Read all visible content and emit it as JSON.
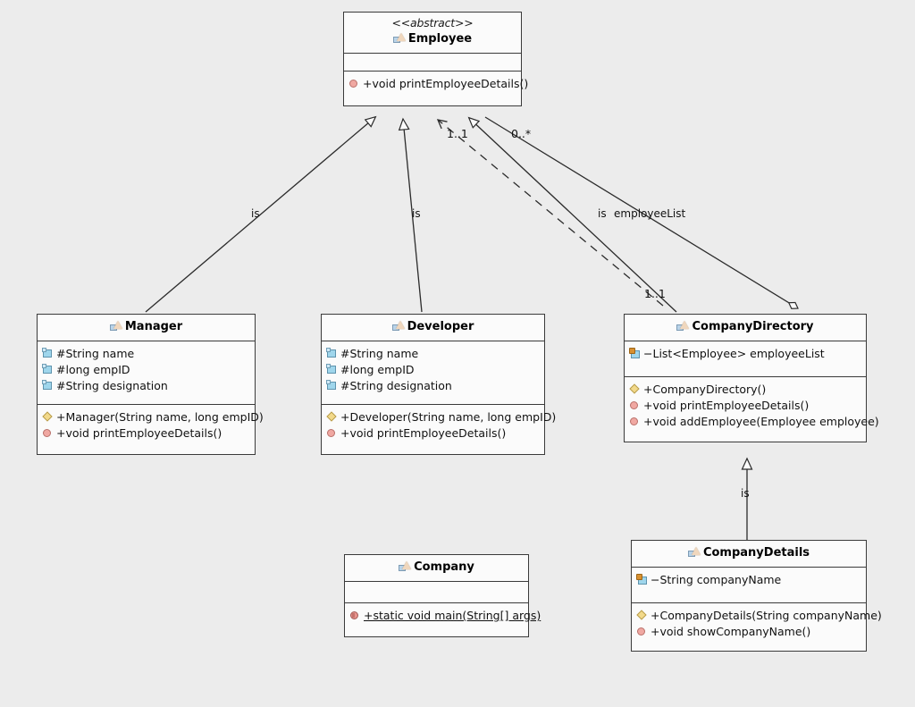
{
  "diagram": {
    "title": "UML Class Diagram",
    "background_color": "#ececec",
    "box_fill": "#fbfbfb",
    "line_color": "#3a3a3a"
  },
  "classes": {
    "employee": {
      "stereotype": "<<abstract>>",
      "name": "Employee",
      "icon": "class-icon",
      "attributes": [],
      "methods": [
        {
          "icon": "method-icon",
          "text": "+void  printEmployeeDetails()",
          "static": false
        }
      ]
    },
    "manager": {
      "stereotype": "",
      "name": "Manager",
      "icon": "class-icon",
      "attributes": [
        {
          "icon": "attribute-icon",
          "text": "#String name"
        },
        {
          "icon": "attribute-icon",
          "text": "#long empID"
        },
        {
          "icon": "attribute-icon",
          "text": "#String designation"
        }
      ],
      "methods": [
        {
          "icon": "constructor-icon",
          "text": "+Manager(String name, long empID)",
          "static": false
        },
        {
          "icon": "method-icon",
          "text": "+void  printEmployeeDetails()",
          "static": false
        }
      ]
    },
    "developer": {
      "stereotype": "",
      "name": "Developer",
      "icon": "class-icon",
      "attributes": [
        {
          "icon": "attribute-icon",
          "text": "#String name"
        },
        {
          "icon": "attribute-icon",
          "text": "#long empID"
        },
        {
          "icon": "attribute-icon",
          "text": "#String designation"
        }
      ],
      "methods": [
        {
          "icon": "constructor-icon",
          "text": "+Developer(String name, long empID)",
          "static": false
        },
        {
          "icon": "method-icon",
          "text": "+void  printEmployeeDetails()",
          "static": false
        }
      ]
    },
    "company_directory": {
      "stereotype": "",
      "name": "CompanyDirectory",
      "icon": "class-icon",
      "attributes": [
        {
          "icon": "attribute-private-icon",
          "text": "−List<Employee> employeeList"
        }
      ],
      "methods": [
        {
          "icon": "constructor-icon",
          "text": "+CompanyDirectory()",
          "static": false
        },
        {
          "icon": "method-icon",
          "text": "+void  printEmployeeDetails()",
          "static": false
        },
        {
          "icon": "method-icon",
          "text": "+void  addEmployee(Employee employee)",
          "static": false
        }
      ]
    },
    "company_details": {
      "stereotype": "",
      "name": "CompanyDetails",
      "icon": "class-icon",
      "attributes": [
        {
          "icon": "attribute-private-icon",
          "text": "−String companyName"
        }
      ],
      "methods": [
        {
          "icon": "constructor-icon",
          "text": "+CompanyDetails(String companyName)",
          "static": false
        },
        {
          "icon": "method-icon",
          "text": "+void  showCompanyName()",
          "static": false
        }
      ]
    },
    "company": {
      "stereotype": "",
      "name": "Company",
      "icon": "class-icon",
      "attributes": [],
      "methods": [
        {
          "icon": "static-method-icon",
          "text": "+static void  main(String[] args)",
          "static": true
        }
      ]
    }
  },
  "edge_labels": {
    "manager_is": "is",
    "developer_is": "is",
    "directory_is": "is",
    "details_is": "is",
    "mult_dependency": "1..1",
    "mult_aggregation_source": "0..*",
    "role_employee_list": "employeeList",
    "mult_aggregation_target": "1..1"
  },
  "relationships": [
    {
      "from": "Manager",
      "to": "Employee",
      "type": "generalization",
      "label": "is"
    },
    {
      "from": "Developer",
      "to": "Employee",
      "type": "generalization",
      "label": "is"
    },
    {
      "from": "CompanyDirectory",
      "to": "Employee",
      "type": "generalization",
      "label": "is"
    },
    {
      "from": "CompanyDirectory",
      "to": "Employee",
      "type": "dependency",
      "label": "1..1"
    },
    {
      "from": "CompanyDirectory",
      "to": "Employee",
      "type": "aggregation",
      "label": "employeeList"
    },
    {
      "from": "CompanyDetails",
      "to": "CompanyDirectory",
      "type": "generalization",
      "label": "is"
    }
  ]
}
